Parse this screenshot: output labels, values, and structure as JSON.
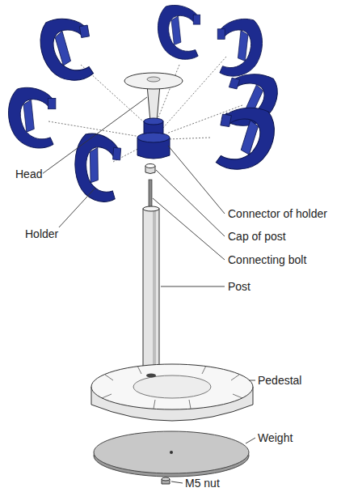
{
  "diagram": {
    "labels": [
      "Head",
      "Holder",
      "Connector of holder",
      "Cap of post",
      "Connecting bolt",
      "Post",
      "Pedestal",
      "Weight",
      "M5 nut"
    ]
  }
}
